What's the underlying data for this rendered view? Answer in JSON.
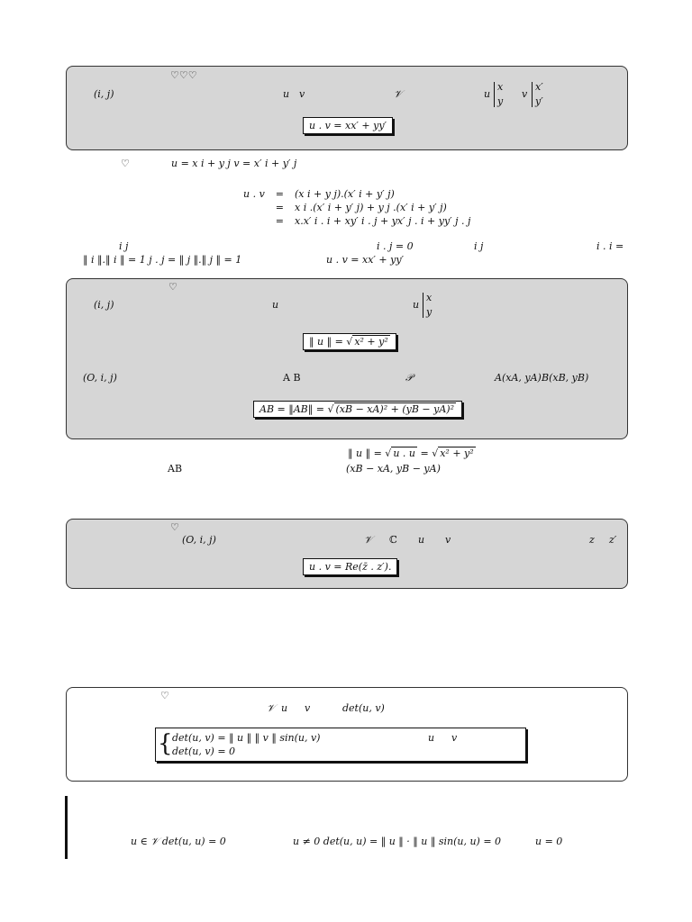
{
  "box1": {
    "hearts": "♡♡♡",
    "basis": "(i, j)",
    "vec_u": "u",
    "vec_v": "v",
    "space": "𝒱",
    "coords_u_x": "x",
    "coords_u_y": "y",
    "coords_v_x": "x′",
    "coords_v_y": "y′",
    "formula": "u . v = xx′ + yy′"
  },
  "proof1": {
    "heart": "♡",
    "line": "u = x i + y j     v = x′ i + y′ j",
    "rows": [
      {
        "lhs": "u . v",
        "op": "=",
        "rhs": "(x i + y j).(x′ i + y′ j)"
      },
      {
        "lhs": "",
        "op": "=",
        "rhs": "x i .(x′ i + y′ j) + y j .(x′ i + y′ j)"
      },
      {
        "lhs": "",
        "op": "=",
        "rhs": "x.x′ i . i + xy′ i . j + yx′ j . i + yy′ j . j"
      }
    ],
    "line2_left": "i      j",
    "line2_mid": "i . j = 0",
    "line2_right1": "i      j",
    "line2_right2": "i . i =",
    "line3_left": "‖ i ‖.‖ i ‖ = 1     j . j = ‖ j ‖.‖ j ‖ = 1",
    "line3_right": "u . v = xx′ + yy′"
  },
  "box2": {
    "heart": "♡",
    "basis": "(i, j)",
    "vec_u": "u",
    "coords_x": "x",
    "coords_y": "y",
    "norm_formula_lhs": "‖ u ‖ =",
    "norm_formula_rad": "x² + y²",
    "frame": "(O, i, j)",
    "pts": "A     B",
    "plane": "𝒫",
    "pointA": "A(xA, yA)",
    "pointB": "B(xB, yB)",
    "dist_lhs": "AB = ‖AB‖ =",
    "dist_rad": "(xB − xA)² + (yB − yA)²"
  },
  "proof2": {
    "norm_line_lhs": "‖ u ‖ =",
    "norm_line_rad1": "u . u",
    "norm_line_eq": "=",
    "norm_line_rad2": "x² + y²",
    "ab_label": "AB",
    "ab_coords": "(xB − xA, yB − yA)"
  },
  "box3": {
    "heart": "♡",
    "frame": "(O, i, j)",
    "space": "𝒱",
    "complex": "ℂ",
    "vec_u": "u",
    "vec_v": "v",
    "z": "z",
    "zp": "z′",
    "formula": "u . v = Re(z̄ . z′)."
  },
  "box4": {
    "heart": "♡",
    "space": "𝒱",
    "vec_u": "u",
    "vec_v": "v",
    "det": "det(u, v)",
    "line1": "det(u, v) = ‖ u ‖ ‖ v ‖ sin(u, v)",
    "line1_right_u": "u",
    "line1_right_v": "v",
    "line2": "det(u, v) = 0"
  },
  "remark": {
    "part1": "u ∈ 𝒱   det(u, u) = 0",
    "part2": "u ≠ 0   det(u, u) = ‖ u ‖ · ‖ u ‖ sin(u, u) = 0",
    "part3": "u = 0"
  }
}
